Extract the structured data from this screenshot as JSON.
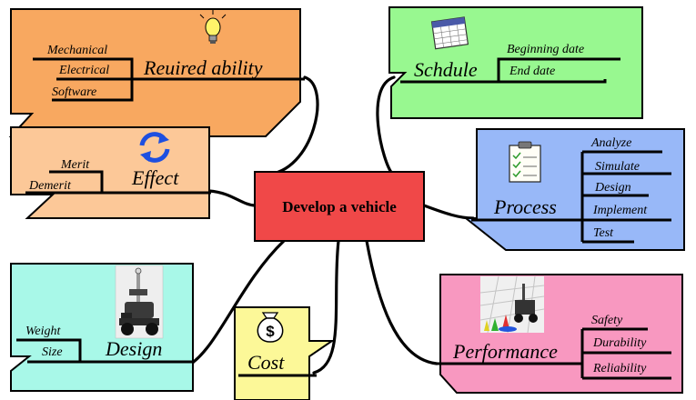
{
  "center": {
    "label": "Develop a vehicle",
    "color": "#f04848"
  },
  "branches": {
    "ability": {
      "label": "Reuired  ability",
      "color": "#f8a860",
      "icon": "lightbulb-icon",
      "items": [
        "Mechanical",
        "Electrical",
        "Software"
      ]
    },
    "schedule": {
      "label": "Schdule",
      "color": "#98f890",
      "icon": "calendar-icon",
      "items": [
        "Beginning date",
        "End date"
      ]
    },
    "effect": {
      "label": "Effect",
      "color": "#fcc898",
      "icon": "refresh-arrows-icon",
      "items": [
        "Merit",
        "Demerit"
      ]
    },
    "process": {
      "label": "Process",
      "color": "#98b8f8",
      "icon": "checklist-clipboard-icon",
      "items": [
        "Analyze",
        "Simulate",
        "Design",
        "Implement",
        "Test"
      ]
    },
    "design": {
      "label": "Design",
      "color": "#a8f8e8",
      "icon": "robot-wheelchair-photo",
      "items": [
        "Weight",
        "Size"
      ]
    },
    "cost": {
      "label": "Cost",
      "color": "#fcf898",
      "icon": "money-bag-icon",
      "items": []
    },
    "performance": {
      "label": "Performance",
      "color": "#f898c0",
      "icon": "robot-simulation-photo",
      "items": [
        "Safety",
        "Durability",
        "Reliability"
      ]
    }
  }
}
